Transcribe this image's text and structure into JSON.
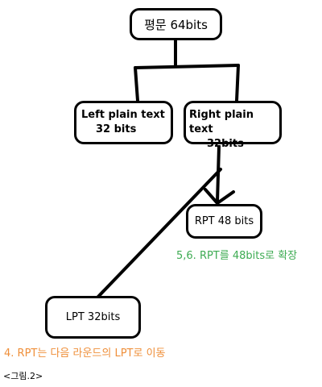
{
  "diagram": {
    "plaintext_box": "평문 64bits",
    "left_box": {
      "line1": "Left plain text",
      "line2": "32 bits"
    },
    "right_box": {
      "line1": "Right plain text",
      "line2": "32bits"
    },
    "rpt_box": "RPT 48 bits",
    "lpt_box": "LPT 32bits",
    "note_expand": "5,6. RPT를 48bits로 확장",
    "note_move": "4. RPT는 다음 라운드의 LPT로 이동",
    "caption": "<그림.2>"
  },
  "colors": {
    "ink": "#000000",
    "note_expand": "#3dab52",
    "note_move": "#ef8f3a"
  }
}
